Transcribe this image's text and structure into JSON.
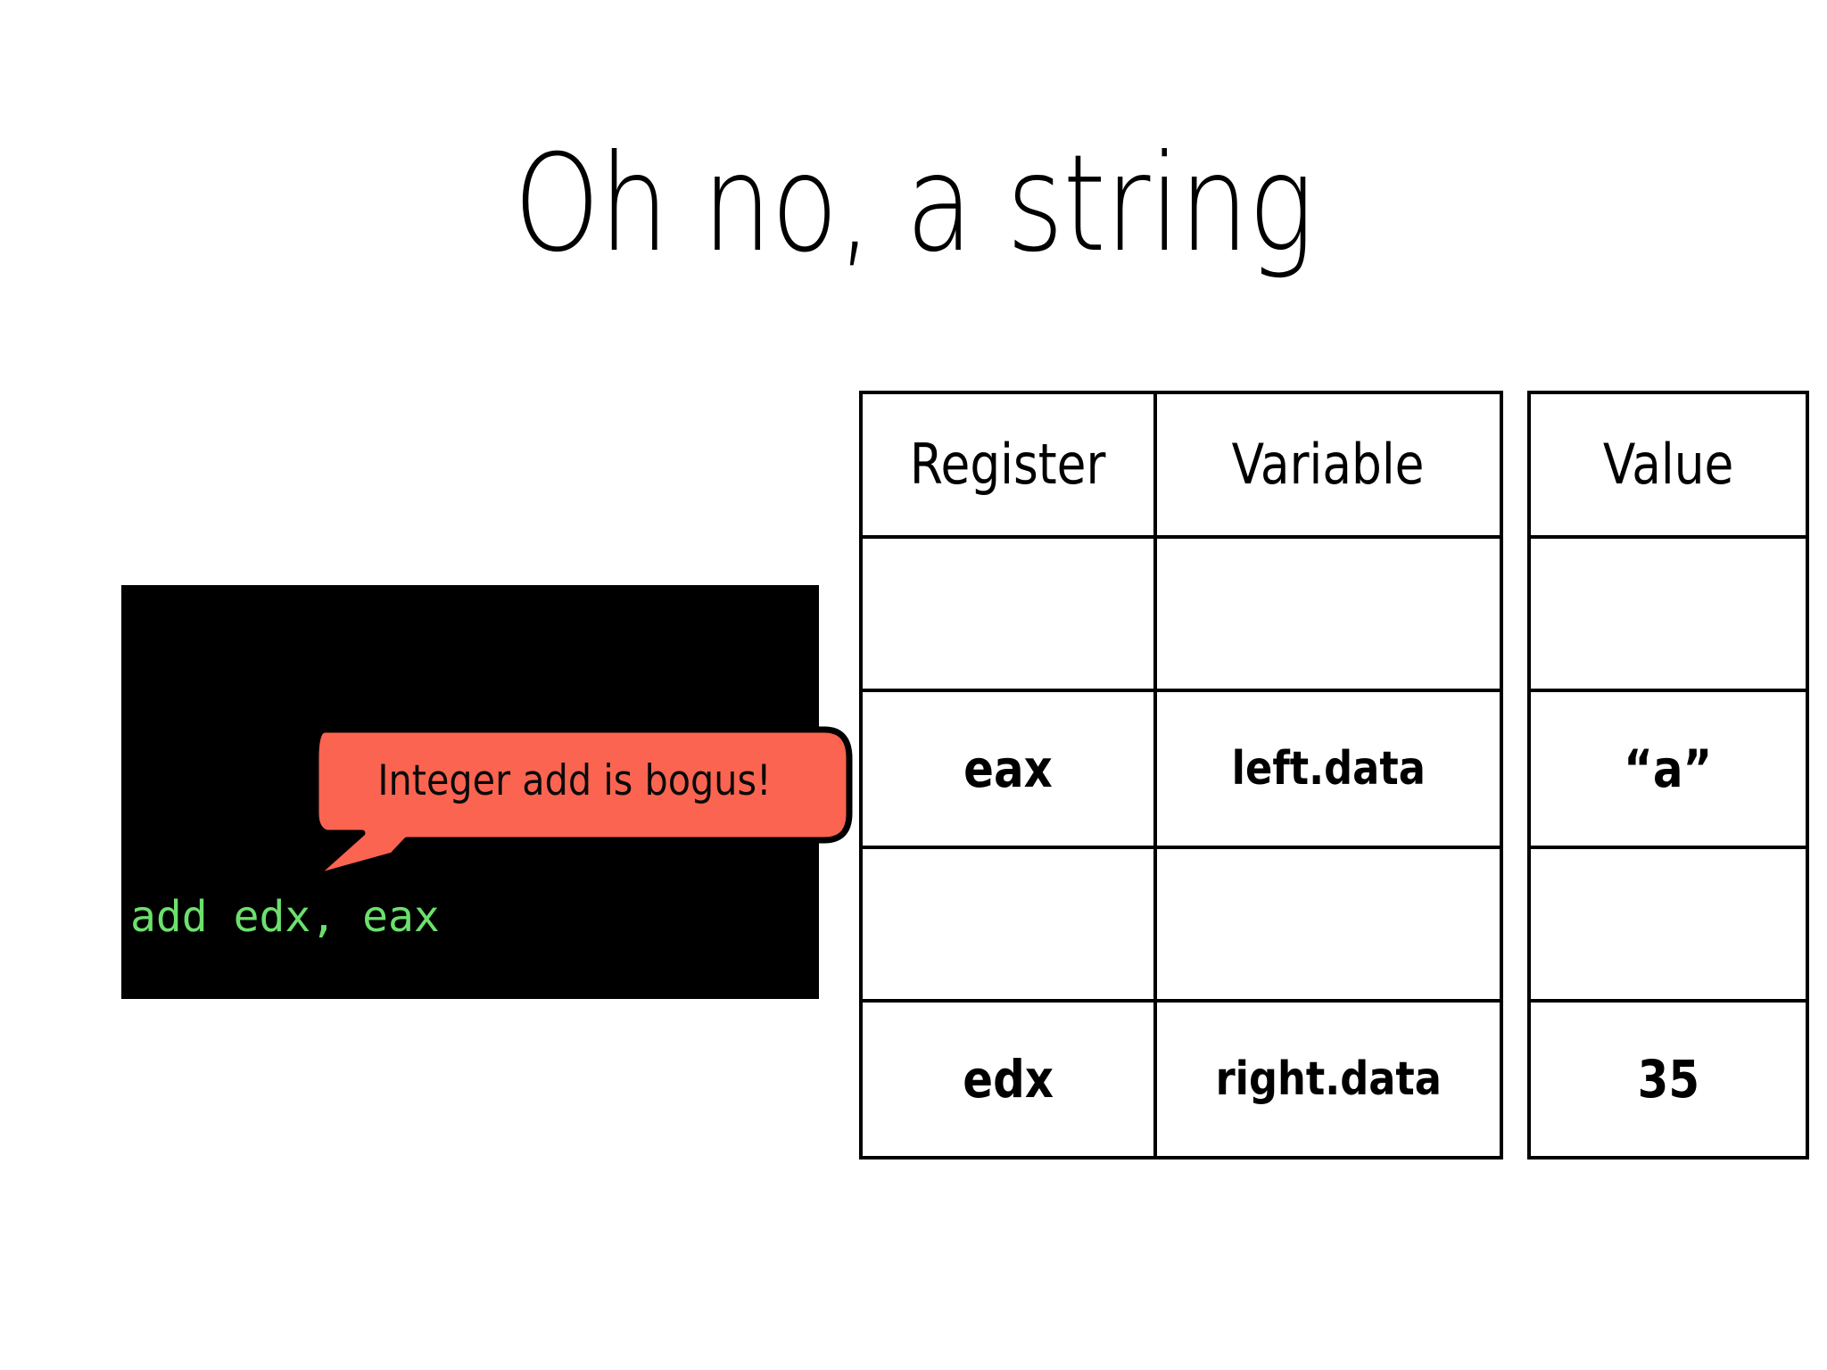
{
  "slide": {
    "title": "Oh no, a string",
    "background_color": "#ffffff"
  },
  "terminal": {
    "background_color": "#000000",
    "text_color": "#6ce06c",
    "code": "add edx, eax"
  },
  "callout": {
    "text": "Integer add is bogus!",
    "fill_color": "#fb6450",
    "stroke_color": "#000000",
    "text_color": "#0a0a0a"
  },
  "register_table": {
    "headers": [
      "Register",
      "Variable"
    ],
    "rows": [
      {
        "register": "",
        "variable": ""
      },
      {
        "register": "eax",
        "variable": "left.data"
      },
      {
        "register": "",
        "variable": ""
      },
      {
        "register": "edx",
        "variable": "right.data"
      }
    ]
  },
  "value_table": {
    "header": "Value",
    "rows": [
      {
        "value": ""
      },
      {
        "value": "“a”"
      },
      {
        "value": ""
      },
      {
        "value": "35"
      }
    ]
  }
}
